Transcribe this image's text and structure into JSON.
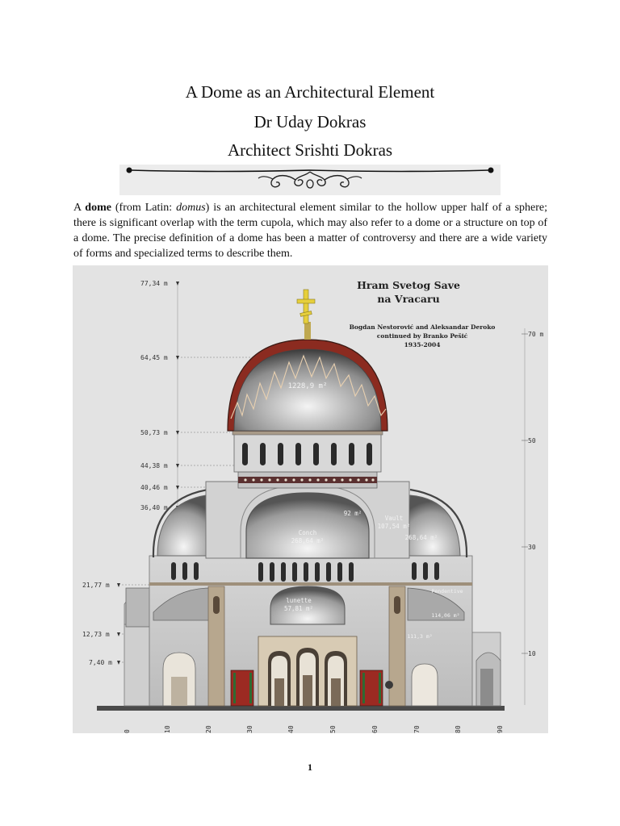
{
  "document": {
    "title_lines": [
      "A Dome as an Architectural  Element",
      "Dr Uday Dokras",
      "Architect Srishti Dokras"
    ],
    "intro": {
      "lead": "A ",
      "term": "dome",
      "after_term": " (from Latin: ",
      "latin": "domus",
      "rest": ") is an architectural element similar to the hollow upper half of a sphere; there is significant overlap with the term cupola, which may also refer to a dome or a structure on top of a dome. The precise definition of a dome has been a matter of controversy and there are a wide variety of forms and specialized terms to describe them."
    },
    "page_number": "1"
  },
  "figure": {
    "title_lines": [
      "Hram Svetog Save",
      "na Vracaru"
    ],
    "credits": [
      "Bogdan Nestorović and Aleksandar Deroko",
      "continued by Branko Pešić",
      "1935-2004"
    ],
    "elevation_labels": [
      "77,34 m",
      "64,45 m",
      "50,73 m",
      "44,38 m",
      "40,46 m",
      "36,40 m",
      "21,77 m",
      "12,73 m",
      "7,40 m"
    ],
    "right_scale": [
      "70 m",
      "50",
      "30",
      "10"
    ],
    "bottom_scale": [
      "0",
      "10",
      "20",
      "30",
      "40",
      "50",
      "60",
      "70",
      "80",
      "90"
    ],
    "annotations": {
      "dome_area": "1228,9 m²",
      "conch": "Conch",
      "conch_area": "268,64 m²",
      "vault": "Vault",
      "vault_area": "107,54 m²",
      "side_conch_area": "268,64 m²",
      "small_area": "92 m²",
      "lunette": "lunette",
      "lunette_area": "57,81 m²",
      "pendentive": "Pendentive",
      "pendentive_area": "114,06 m²",
      "area_111": "111,3 m²"
    }
  }
}
